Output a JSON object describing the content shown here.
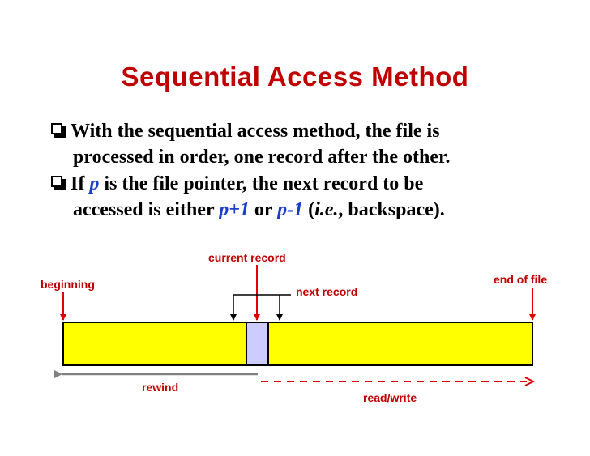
{
  "title": "Sequential Access Method",
  "bullets": [
    {
      "line1": "With the sequential access method, the file is",
      "line2": "processed in order, one record after the other."
    },
    {
      "line1_a": "If ",
      "line1_var": "p",
      "line1_b": " is the file pointer, the next record to be",
      "line2_a": "accessed is either ",
      "line2_p1": "p+1",
      "line2_or": " or ",
      "line2_m1": "p-1",
      "line2_open": " (",
      "line2_ie": "i.e.",
      "line2_end": ", backspace)."
    }
  ],
  "diagram": {
    "labels": {
      "current_record": "current record",
      "beginning": "beginning",
      "end_of_file": "end of file",
      "next_record": "next record",
      "rewind": "rewind",
      "read_write": "read/write"
    },
    "colors": {
      "file_fill": "#ffff00",
      "record_fill": "#ccccff",
      "marker": "#e00000",
      "rewind_arrow": "#808080",
      "label": "#c00000"
    }
  }
}
